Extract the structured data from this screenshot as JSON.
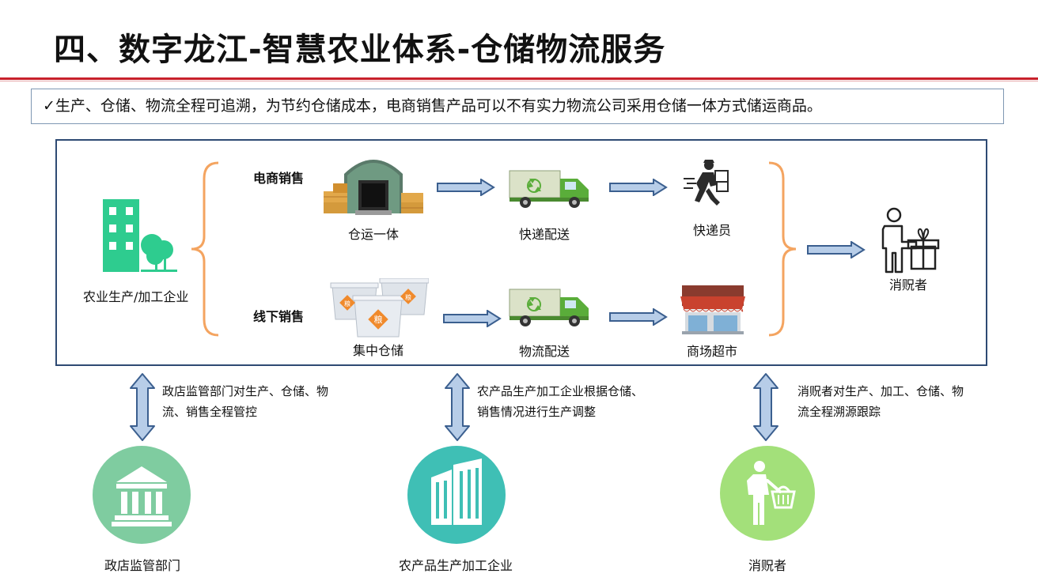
{
  "page": {
    "title": "四、数字龙江-智慧农业体系-仓储物流服务",
    "intro": "✓生产、仓储、物流全程可追溯，为节约仓储成本，电商销售产品可以不有实力物流公司采用仓储一体方式储运商品。"
  },
  "flow": {
    "producer_label": "农业生产/加工企业",
    "ecommerce": {
      "channel_label": "电商销售",
      "step1": "仓运一体",
      "step2": "快递配送",
      "step3": "快递员"
    },
    "offline": {
      "channel_label": "线下销售",
      "step1": "集中仓储",
      "step2": "物流配送",
      "step3": "商场超市",
      "grain_char": "粮"
    },
    "consumer_label": "消贶者"
  },
  "bottom": {
    "gov": {
      "description": "政店监管部门对生产、仓储、物流、销售全程管控",
      "label": "政店监管部门"
    },
    "enterprise": {
      "description": "农产品生产加工企业根据仓储、销售情况进行生产调整",
      "label": "农产品生产加工企业"
    },
    "consumer": {
      "description": "消贶者对生产、加工、仓储、物流全程溯源跟踪",
      "label": "消贶者"
    }
  },
  "colors": {
    "title_rule": "#c8202a",
    "frame_border": "#2e4a73",
    "brace": "#f4a460",
    "arrow_fill": "#b7cde8",
    "arrow_stroke": "#3b5f8f",
    "gov_circle": "#7fcca0",
    "enterprise_circle": "#3fbfb5",
    "consumer_circle": "#a3e07a",
    "building_green": "#2ecc8f",
    "truck_green": "#5aad3a"
  },
  "icons": {
    "producer": "building-tree-icon",
    "warehouse": "warehouse-icon",
    "truck": "delivery-truck-icon",
    "courier": "courier-icon",
    "grain_bins": "grain-bins-icon",
    "store": "supermarket-icon",
    "consumer": "consumer-gift-icon",
    "gov": "government-building-icon",
    "enterprise": "office-building-icon",
    "shopper": "shopper-basket-icon"
  }
}
